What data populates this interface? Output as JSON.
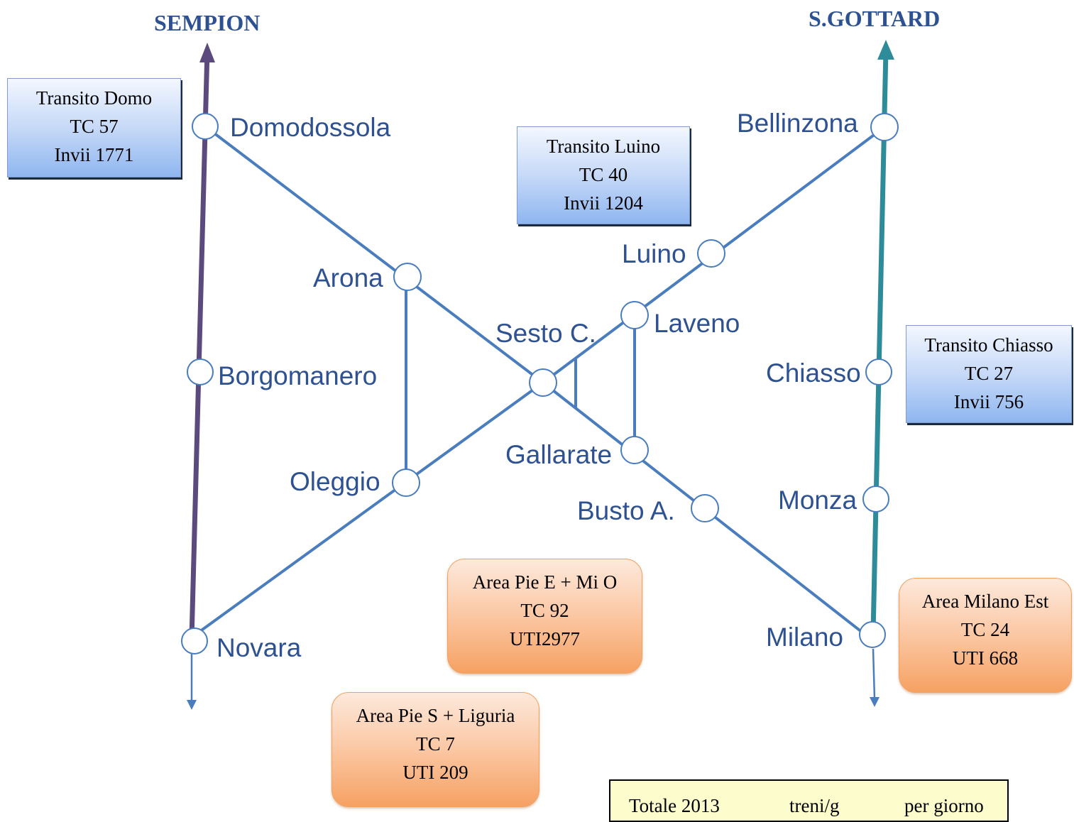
{
  "corridors": {
    "sempion": "SEMPION",
    "gottard": "S.GOTTARD"
  },
  "stations": {
    "domodossola": "Domodossola",
    "borgomanero": "Borgomanero",
    "novara": "Novara",
    "arona": "Arona",
    "oleggio": "Oleggio",
    "sesto": "Sesto C.",
    "gallarate": "Gallarate",
    "laveno": "Laveno",
    "luino": "Luino",
    "busto": "Busto A.",
    "bellinzona": "Bellinzona",
    "chiasso": "Chiasso",
    "monza": "Monza",
    "milano": "Milano"
  },
  "transit_boxes": {
    "domo": {
      "title": "Transito Domo",
      "tc": "TC 57",
      "invii": "Invii 1771"
    },
    "luino": {
      "title": "Transito Luino",
      "tc": "TC 40",
      "invii": "Invii 1204"
    },
    "chiasso": {
      "title": "Transito Chiasso",
      "tc": "TC 27",
      "invii": "Invii 756"
    }
  },
  "area_boxes": {
    "pie_e_mi_o": {
      "title": "Area Pie E + Mi O",
      "tc": "TC 92",
      "uti": "UTI2977"
    },
    "pie_s_liguria": {
      "title": "Area Pie S + Liguria",
      "tc": "TC 7",
      "uti": "UTI 209"
    },
    "milano_est": {
      "title": "Area Milano Est",
      "tc": "TC 24",
      "uti": "UTI 668"
    }
  },
  "totale": {
    "col1": "Totale 2013",
    "col2": "treni/g",
    "col3": "per giorno"
  },
  "colors": {
    "line": "#4A7DBD",
    "sempion_axis": "#5B4A7E",
    "gottard_axis": "#2E8B9A",
    "text": "#2E5191"
  }
}
